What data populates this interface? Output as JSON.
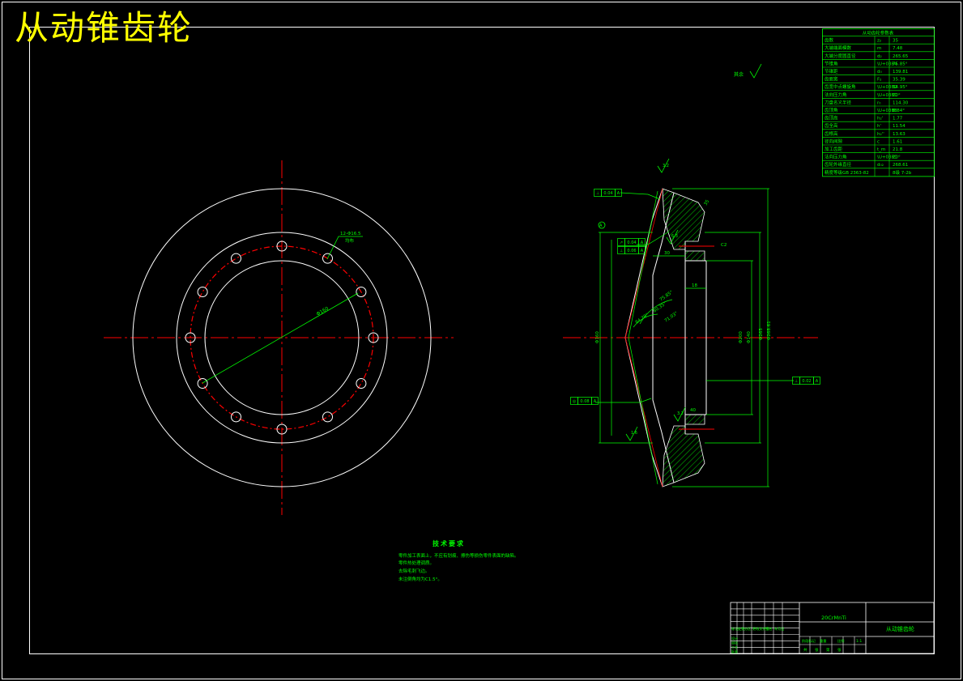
{
  "drawing": {
    "title": "从动锥齿轮",
    "colors": {
      "background": "#000000",
      "frame": "#ffffff",
      "geometry": "#ffffff",
      "centerline": "#ff0000",
      "dimension": "#00ff00",
      "title_text": "#ffff00",
      "hatch": "#00ff00"
    }
  },
  "params_table": {
    "header": "从动齿轮参数表",
    "rows": [
      [
        "齿数",
        "z₂",
        "35"
      ],
      [
        "大端端面模数",
        "m",
        "7.48"
      ],
      [
        "大端分度圆直径",
        "d₂",
        "265.65"
      ],
      [
        "节锥角",
        "\\U+03B4",
        "75.85°"
      ],
      [
        "节锥距",
        "d₀",
        "139.81"
      ],
      [
        "齿面宽",
        "F₂",
        "35.39"
      ],
      [
        "齿宽中点螺旋角",
        "\\U+03B2",
        "34.95°"
      ],
      [
        "法向压力角",
        "\\U+03B1",
        "20°"
      ],
      [
        "刀盘名义半径",
        "r₀",
        "114.30"
      ],
      [
        "齿顶角",
        "\\U+03B8",
        "8.84°"
      ],
      [
        "齿顶高",
        "h₂'",
        "1.77"
      ],
      [
        "齿全高",
        "h'",
        "11.54"
      ],
      [
        "齿根高",
        "h₂''",
        "13.63"
      ],
      [
        "径向间隙",
        "c",
        "1.61"
      ],
      [
        "加工齿距",
        "t_m",
        "21.8"
      ],
      [
        "法向压力角",
        "\\U+03B1",
        "20°"
      ],
      [
        "齿轮外缘直径",
        "d₀₂",
        "268.61"
      ],
      [
        "精度等级GB 2363-82",
        "",
        "8级 7-2b"
      ]
    ]
  },
  "front_view": {
    "hole_note": "12-Φ16.5",
    "hole_sub": "均布",
    "diameter_label": "Φ160"
  },
  "side_view": {
    "roughness_others": "其余",
    "feature_frames": [
      [
        "⊥",
        "0.04",
        "A"
      ],
      [
        "↗",
        "0.04",
        "A"
      ],
      [
        "⊥",
        "0.06",
        "A"
      ],
      [
        "◎",
        "0.08",
        "A"
      ],
      [
        "⊥",
        "0.02",
        "A"
      ]
    ],
    "datum": "A",
    "dims": {
      "d1": "Φ268.61",
      "d2": "Φ265",
      "d3": "Φ140",
      "d4": "Φ160",
      "d5": "Φ200",
      "a1": "75.85°",
      "a2": "80.35°",
      "a3": "84.79°",
      "a4": "71.03°",
      "w1": "30",
      "w2": "18",
      "w3": "40",
      "w4": "35",
      "r1": "3.2",
      "r2": "6.3",
      "r3": "1.6",
      "r4": "3.2",
      "c1": "C2"
    }
  },
  "tech_requirements": {
    "heading": "技术要求",
    "lines": [
      "零件加工表面上，不应有划痕、擦伤等损伤零件表面的缺陷。",
      "零件热处理调质。",
      "去除毛刺飞边。",
      "未注倒角均为C1.5°。"
    ]
  },
  "title_block": {
    "material": "20CrMnTi",
    "part_name": "从动锥齿轮",
    "row_labels": [
      "标记",
      "处数",
      "分区",
      "更改文件号",
      "签名",
      "年月日"
    ],
    "row_labels2": [
      "阶段标记",
      "重量",
      "比例"
    ],
    "row_labels3": [
      "设计",
      "审核",
      "工艺",
      "批准"
    ],
    "scale": "1:1",
    "sheet": [
      "共",
      "张",
      "第",
      "张"
    ]
  }
}
